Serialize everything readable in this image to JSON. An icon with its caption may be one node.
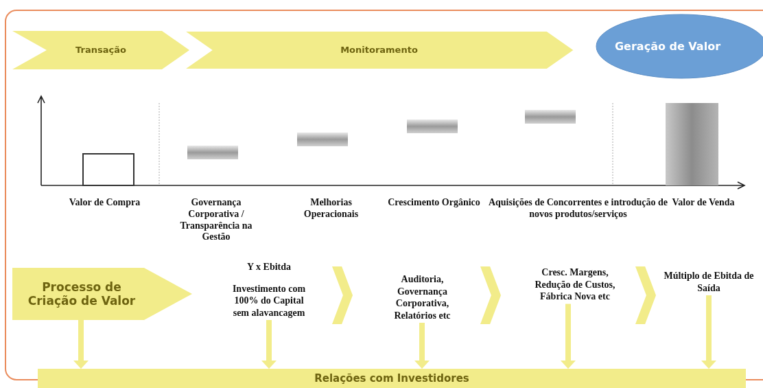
{
  "diagram": {
    "nodes": [
      {
        "text": [
          "Transação"
        ]
      },
      {
        "text": [
          "Monitoramento"
        ]
      },
      {
        "text": [
          "Geração de Valor"
        ]
      },
      {
        "text": [
          "Processo de Criação de Valor"
        ]
      },
      {
        "text": [
          "Y x Ebitda",
          "Investimento com 100% do Capital sem alavancagem"
        ]
      },
      {
        "text": [
          "Auditoria, Governança Corporativa, Relatórios etc"
        ]
      },
      {
        "text": [
          "Cresc. Margens, Redução de Custos, Fábrica Nova etc"
        ]
      },
      {
        "text": [
          "Múltiplo de Ebitda de Saída"
        ]
      },
      {
        "text": [
          "Relações com Investidores"
        ]
      }
    ],
    "edges": [
      {
        "from": 4,
        "to": 5,
        "arrow": "to"
      },
      {
        "from": 5,
        "to": 6,
        "arrow": "to"
      },
      {
        "from": 6,
        "to": 7,
        "arrow": "to"
      },
      {
        "from": 3,
        "to": 8,
        "arrow": "to"
      },
      {
        "from": 4,
        "to": 8,
        "arrow": "to"
      },
      {
        "from": 5,
        "to": 8,
        "arrow": "to"
      },
      {
        "from": 6,
        "to": 8,
        "arrow": "to"
      },
      {
        "from": 7,
        "to": 8,
        "arrow": "to"
      }
    ],
    "labels": [
      "Valor de Compra",
      "Governança Corporativa / Transparência na Gestão",
      "Melhorias Operacionais",
      "Crescimento Orgânico",
      "Aquisições de Concorrentes e introdução de novos produtos/serviços",
      "Valor de Venda"
    ]
  }
}
